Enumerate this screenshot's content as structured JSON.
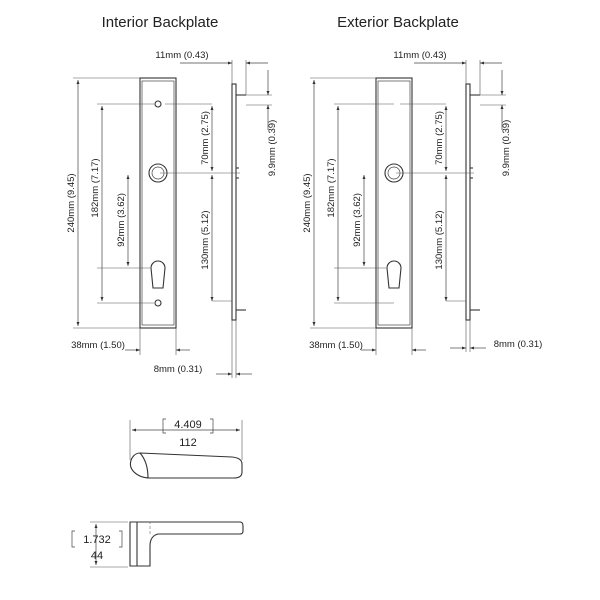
{
  "interior": {
    "title": "Interior Backplate",
    "width_top": "11mm (0.43)",
    "height_total": "240mm (9.45)",
    "hole_spacing": "182mm (7.17)",
    "top_offset": "70mm (2.75)",
    "backset": "92mm (3.62)",
    "lower_offset": "130mm (5.12)",
    "pin_spacing": "9.9mm (0.39)",
    "plate_width": "38mm (1.50)",
    "depth": "8mm (0.31)"
  },
  "exterior": {
    "title": "Exterior Backplate",
    "width_top": "11mm (0.43)",
    "height_total": "240mm (9.45)",
    "hole_spacing": "182mm (7.17)",
    "top_offset": "70mm (2.75)",
    "backset": "92mm (3.62)",
    "lower_offset": "130mm (5.12)",
    "pin_spacing": "9.9mm (0.39)",
    "plate_width": "38mm (1.50)",
    "depth": "8mm (0.31)"
  },
  "lever": {
    "length_in": "4.409",
    "length_mm": "112",
    "height_in": "1.732",
    "height_mm": "44"
  }
}
